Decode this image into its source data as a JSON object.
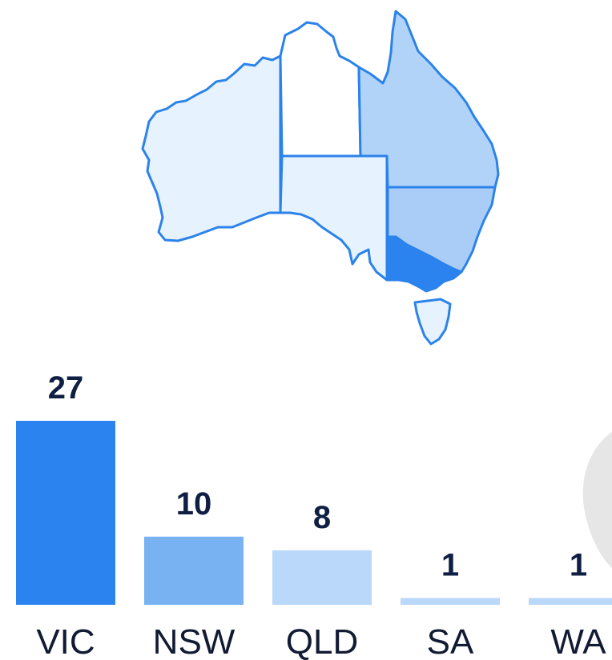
{
  "chart_data": {
    "type": "bar",
    "categories": [
      "VIC",
      "NSW",
      "QLD",
      "SA",
      "WA"
    ],
    "values": [
      27,
      10,
      8,
      1,
      1
    ],
    "colors": [
      "#2b83ef",
      "#79b2f3",
      "#bad8fa",
      "#bad8fa",
      "#bad8fa"
    ],
    "ylim": [
      0,
      27
    ],
    "grid": false,
    "legend": "none"
  },
  "map": {
    "title": "",
    "states": [
      {
        "name": "WA",
        "fill": "#e6f2fd"
      },
      {
        "name": "NT",
        "fill": "#ffffff"
      },
      {
        "name": "SA",
        "fill": "#e6f2fd"
      },
      {
        "name": "QLD",
        "fill": "#b2d3f8"
      },
      {
        "name": "NSW",
        "fill": "#a9cdf6"
      },
      {
        "name": "VIC",
        "fill": "#2b83ef"
      },
      {
        "name": "TAS",
        "fill": "#e6f2fd"
      }
    ],
    "outline_color": "#2b83ea"
  }
}
